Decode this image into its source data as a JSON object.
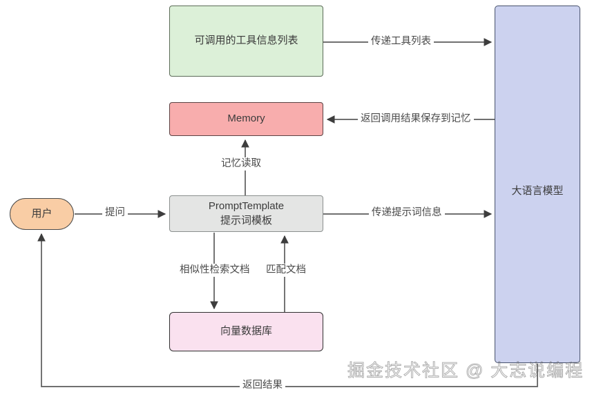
{
  "diagram": {
    "title": "LLM application flow diagram",
    "background": "#ffffff",
    "watermark": "掘金技术社区 @ 大志说编程"
  },
  "nodes": {
    "tools": {
      "label": "可调用的工具信息列表",
      "fill": "#dcf0d8",
      "stroke": "#5b6b57"
    },
    "memory": {
      "label": "Memory",
      "fill": "#f8adad",
      "stroke": "#5a4142"
    },
    "prompt": {
      "label_line1": "PromptTemplate",
      "label_line2": "提示词模板",
      "fill": "#e4e5e4",
      "stroke": "#8a8f8e"
    },
    "vectordb": {
      "label": "向量数据库",
      "fill": "#fae1ef",
      "stroke": "#2f2f2f"
    },
    "user": {
      "label": "用户",
      "fill": "#f9cda5",
      "stroke": "#4a4a4a"
    },
    "llm": {
      "label": "大语言模型",
      "fill": "#ccd2ef",
      "stroke": "#46506b"
    }
  },
  "edges": {
    "tools_to_llm": "传递工具列表",
    "llm_to_memory": "返回调用结果保存到记忆",
    "memory_read": "记忆读取",
    "user_to_prompt": "提问",
    "prompt_to_llm": "传递提示词信息",
    "prompt_to_vectordb": "相似性检索文档",
    "vectordb_to_prompt": "匹配文档",
    "llm_to_user": "返回结果"
  }
}
